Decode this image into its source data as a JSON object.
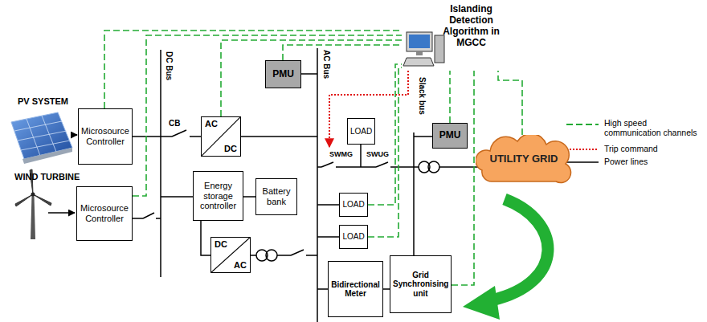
{
  "diagram": {
    "nodes": [
      {
        "text": [
          "Islanding Detection Algorithm in MGCC"
        ]
      },
      {
        "text": [
          "PMU"
        ]
      },
      {
        "text": [
          "Microsource Controller"
        ]
      },
      {
        "text": [
          "AC",
          "DC"
        ]
      },
      {
        "text": [
          "LOAD"
        ]
      },
      {
        "text": [
          "PMU"
        ]
      },
      {
        "text": [
          "UTILITY GRID"
        ]
      },
      {
        "text": [
          "Microsource Controller"
        ]
      },
      {
        "text": [
          "Energy storage controller"
        ]
      },
      {
        "text": [
          "Battery bank"
        ]
      },
      {
        "text": [
          "LOAD"
        ]
      },
      {
        "text": [
          "LOAD"
        ]
      },
      {
        "text": [
          "DC",
          "AC"
        ]
      },
      {
        "text": [
          "Bidirectional Meter"
        ]
      },
      {
        "text": [
          "Grid Synchronising unit"
        ]
      }
    ],
    "edges": [
      {
        "from": 2,
        "to": 0,
        "arrow": "none"
      },
      {
        "from": 7,
        "to": 0,
        "arrow": "none"
      },
      {
        "from": 3,
        "to": 0,
        "arrow": "none"
      },
      {
        "from": 1,
        "to": 0,
        "arrow": "none"
      },
      {
        "from": 10,
        "to": 0,
        "arrow": "none"
      },
      {
        "from": 11,
        "to": 0,
        "arrow": "none"
      },
      {
        "from": 14,
        "to": 0,
        "arrow": "none"
      },
      {
        "from": 5,
        "to": 0,
        "arrow": "none"
      },
      {
        "from": 6,
        "to": 0,
        "arrow": "none"
      },
      {
        "from": 8,
        "to": 9,
        "arrow": "none"
      },
      {
        "from": 13,
        "to": 14,
        "arrow": "none"
      }
    ],
    "labels": [
      "PV SYSTEM",
      "WIND TURBINE",
      "DC Bus",
      "CB",
      "AC Bus",
      "SWMG",
      "SWUG",
      "Slack bus"
    ],
    "legend": [
      {
        "text": "High speed communication channels"
      },
      {
        "text": "Trip command"
      },
      {
        "text": "Power lines"
      }
    ]
  }
}
